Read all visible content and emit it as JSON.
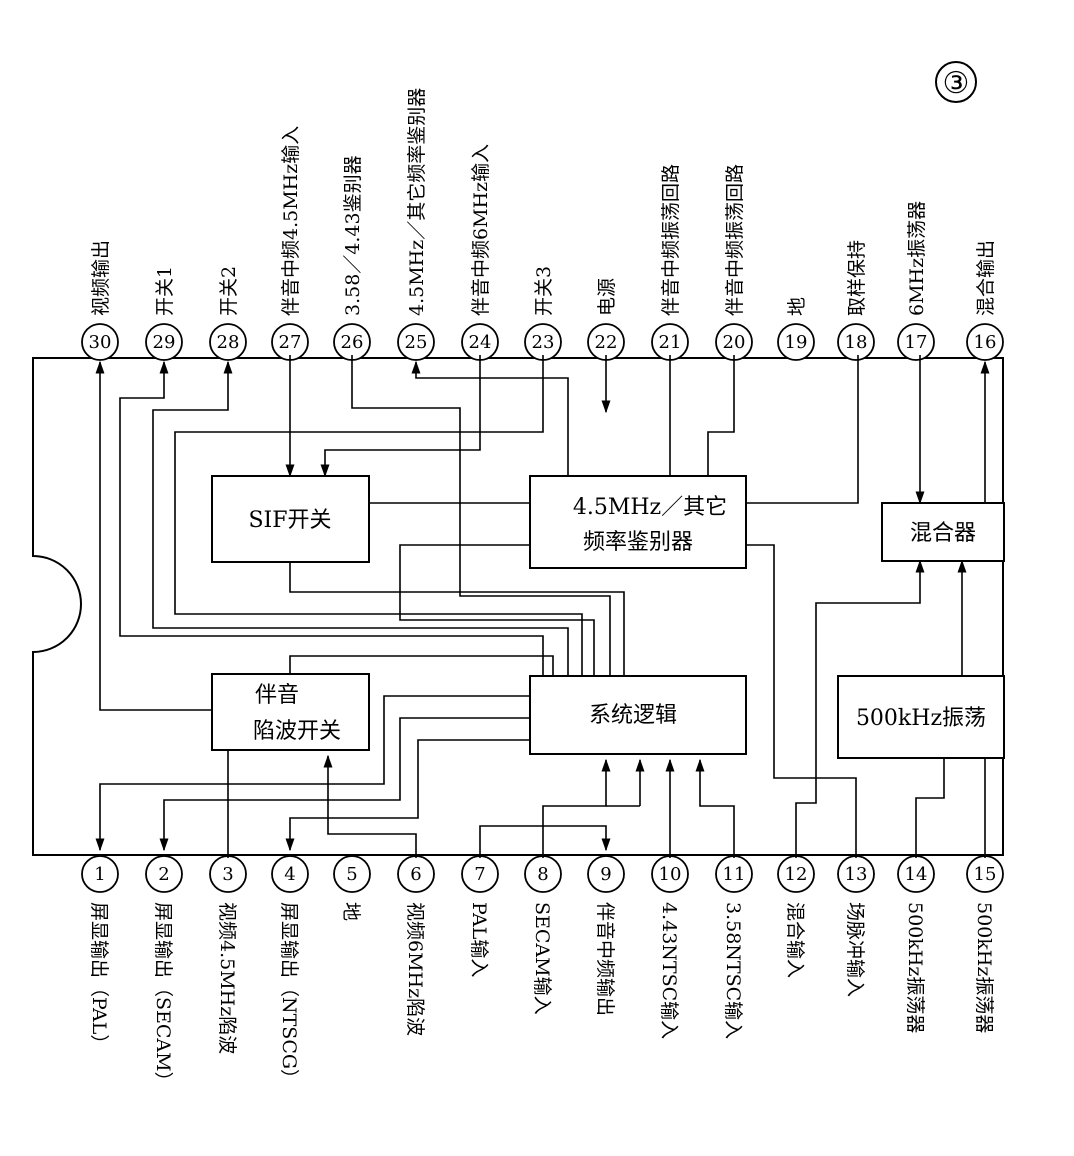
{
  "badge": "③",
  "blocks": {
    "sif_switch": "SIF开关",
    "discriminator_line1": "4.5MHz／其它",
    "discriminator_line2": "频率鉴别器",
    "mixer": "混合器",
    "trap_switch_line1": "伴音",
    "trap_switch_line2": "陷波开关",
    "system_logic": "系统逻辑",
    "osc_500k": "500kHz振荡"
  },
  "top_pins": [
    {
      "num": "30",
      "label": "视频输出"
    },
    {
      "num": "29",
      "label": "开关1"
    },
    {
      "num": "28",
      "label": "开关2"
    },
    {
      "num": "27",
      "label": "伴音中频4.5MHz输入"
    },
    {
      "num": "26",
      "label": "3.58／4.43鉴别器"
    },
    {
      "num": "25",
      "label": "4.5MHz／其它频率鉴别器"
    },
    {
      "num": "24",
      "label": "伴音中频6MHz输入"
    },
    {
      "num": "23",
      "label": "开关3"
    },
    {
      "num": "22",
      "label": "电源"
    },
    {
      "num": "21",
      "label": "伴音中频振荡回路"
    },
    {
      "num": "20",
      "label": "伴音中频振荡回路"
    },
    {
      "num": "19",
      "label": "地"
    },
    {
      "num": "18",
      "label": "取样保持"
    },
    {
      "num": "17",
      "label": "6MHz振荡器"
    },
    {
      "num": "16",
      "label": "混合输出"
    }
  ],
  "bottom_pins": [
    {
      "num": "1",
      "label": "屏显输出（PAL）"
    },
    {
      "num": "2",
      "label": "屏显输出（SECAM）"
    },
    {
      "num": "3",
      "label": "视频4.5MHz陷波"
    },
    {
      "num": "4",
      "label": "屏显输出（NTSCG）"
    },
    {
      "num": "5",
      "label": "地"
    },
    {
      "num": "6",
      "label": "视频6MHz陷波"
    },
    {
      "num": "7",
      "label": "PAL输入"
    },
    {
      "num": "8",
      "label": "SECAM输入"
    },
    {
      "num": "9",
      "label": "伴音中频输出"
    },
    {
      "num": "10",
      "label": "4.43NTSC输入"
    },
    {
      "num": "11",
      "label": "3.58NTSC输入"
    },
    {
      "num": "12",
      "label": "混合输入"
    },
    {
      "num": "13",
      "label": "场脉冲输入"
    },
    {
      "num": "14",
      "label": "500kHz振荡器"
    },
    {
      "num": "15",
      "label": "500kHz振荡器"
    }
  ],
  "colors": {
    "line": "#000000",
    "background": "#ffffff"
  }
}
